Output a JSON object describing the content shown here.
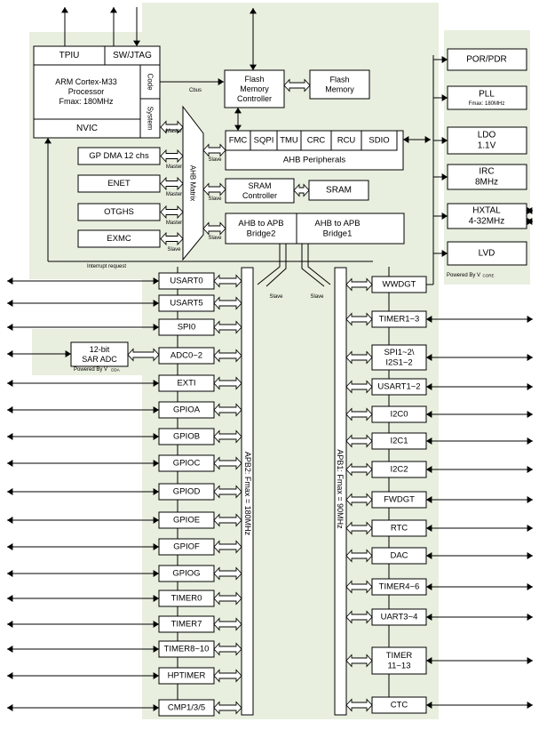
{
  "top": {
    "tpiu": "TPIU",
    "swjtag": "SW/JTAG",
    "cpu_line1": "ARM Cortex-M33",
    "cpu_line2": "Processor",
    "cpu_line3": "Fmax: 180MHz",
    "code": "Code",
    "system": "System",
    "nvic": "NVIC",
    "cbus": "Cbus",
    "master": "Master",
    "slave": "Slave",
    "interrupt": "Interrupt request",
    "flash_ctrl": [
      "Flash",
      "Memory",
      "Controller"
    ],
    "flash_mem": [
      "Flash",
      "Memory"
    ],
    "ahb_matrix": "AHB Matrix"
  },
  "masters": [
    "GP DMA 12 chs",
    "ENET",
    "OTGHS",
    "EXMC"
  ],
  "ahb_peripherals": {
    "cells": [
      "FMC",
      "SQPI",
      "TMU",
      "CRC",
      "RCU",
      "SDIO"
    ],
    "label": "AHB Peripherals"
  },
  "sram_ctrl": [
    "SRAM",
    "Controller"
  ],
  "sram": "SRAM",
  "bridge2": [
    "AHB to APB",
    "Bridge2"
  ],
  "bridge1": [
    "AHB to APB",
    "Bridge1"
  ],
  "power": {
    "blocks": [
      [
        "POR/PDR"
      ],
      [
        "PLL",
        "Fmax: 180MHz"
      ],
      [
        "LDO",
        "1.1V"
      ],
      [
        "IRC",
        "8MHz"
      ],
      [
        "HXTAL",
        "4-32MHz"
      ],
      [
        "LVD"
      ]
    ],
    "powered_by": "Powered By V",
    "powered_sub": "CORE"
  },
  "adc": {
    "block": [
      "12-bit",
      "SAR ADC"
    ],
    "powered_by": "Powered By V",
    "powered_sub": "DDA"
  },
  "apb2_label": "APB2: Fmax = 180MHz",
  "apb1_label": "APB1: Fmax = 90MHz",
  "apb2_periph": [
    "USART0",
    "USART5",
    "SPI0",
    "ADC0~2",
    "EXTI",
    "GPIOA",
    "GPIOB",
    "GPIOC",
    "GPIOD",
    "GPIOE",
    "GPIOF",
    "GPIOG",
    "TIMER0",
    "TIMER7",
    "TIMER8~10",
    "HPTIMER",
    "CMP1/3/5"
  ],
  "apb1_periph": [
    [
      "WWDGT"
    ],
    [
      "TIMER1~3"
    ],
    [
      "SPI1~2\\",
      "I2S1~2"
    ],
    [
      "USART1~2"
    ],
    [
      "I2C0"
    ],
    [
      "I2C1"
    ],
    [
      "I2C2"
    ],
    [
      "FWDGT"
    ],
    [
      "RTC"
    ],
    [
      "DAC"
    ],
    [
      "TIMER4~6"
    ],
    [
      "UART3~4"
    ],
    [
      "TIMER",
      "11~13"
    ],
    [
      "CTC"
    ]
  ],
  "colors": {
    "panel": "#e9efdf",
    "line": "#000000",
    "box": "#ffffff"
  }
}
